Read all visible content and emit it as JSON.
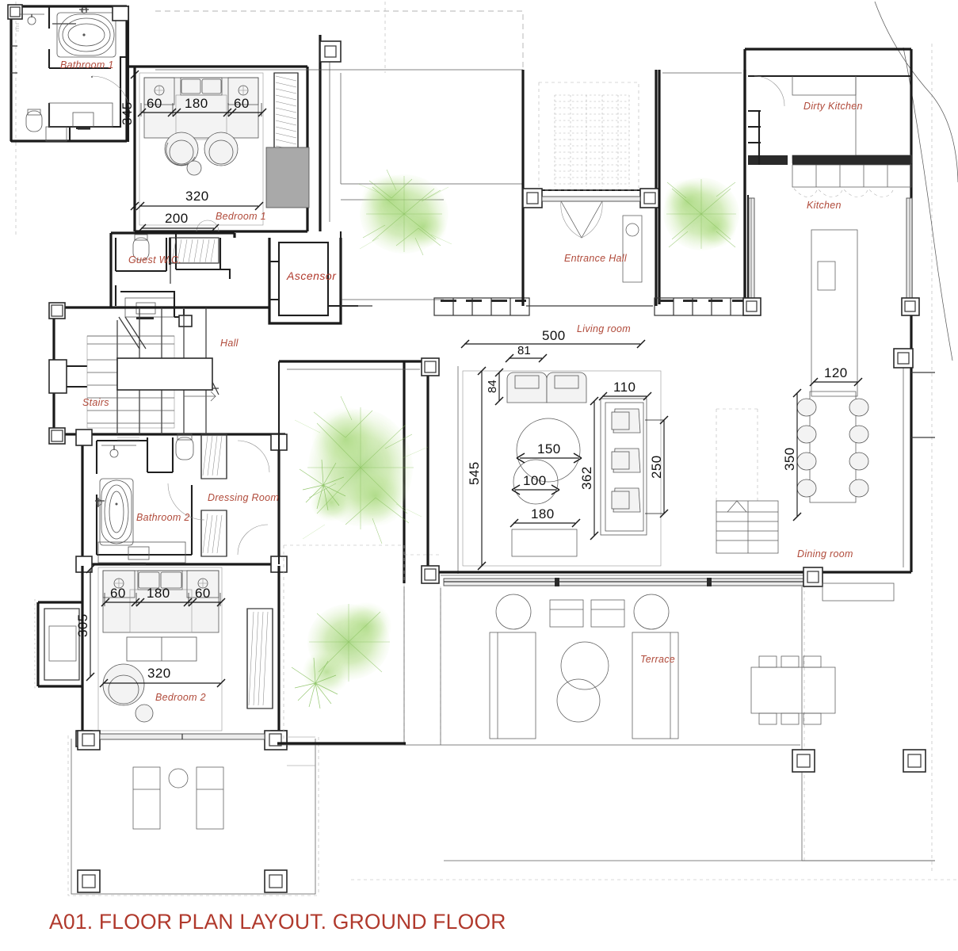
{
  "sheet": {
    "title": "A01. FLOOR PLAN LAYOUT. GROUND FLOOR",
    "title_color": "#b0392c",
    "label_color": "#b04a3a",
    "vegetation_color": "#a8d878"
  },
  "rooms": {
    "bathroom_1": "Bathroom 1",
    "bedroom_1": "Bedroom 1",
    "guest_wc": "Guest W.C.",
    "ascensor": "Ascensor",
    "hall": "Hall",
    "stairs": "Stairs",
    "dressing_room": "Dressing Room",
    "bathroom_2": "Bathroom 2",
    "bedroom_2": "Bedroom 2",
    "entrance_hall": "Entrance Hall",
    "living_room": "Living room",
    "dining_room": "Dining room",
    "kitchen": "Kitchen",
    "dirty_kitchen": "Dirty Kitchen",
    "terrace": "Terrace"
  },
  "dimensions": {
    "bedroom1": {
      "side_left": "60",
      "bed_width": "180",
      "side_right": "60",
      "depth": "345",
      "overall": "320",
      "lower": "200"
    },
    "bedroom2": {
      "side_left": "60",
      "bed_width": "180",
      "side_right": "60",
      "depth": "305",
      "overall": "320"
    },
    "living": {
      "width": "500",
      "armchair_w": "81",
      "armchair_d": "84",
      "depth": "545",
      "rug_big": "150",
      "rug_small": "100",
      "table": "180",
      "sofa_w": "110",
      "sofa_zone": "362",
      "sofa_l": "250"
    },
    "dining": {
      "table_w": "120",
      "table_l": "350"
    }
  }
}
